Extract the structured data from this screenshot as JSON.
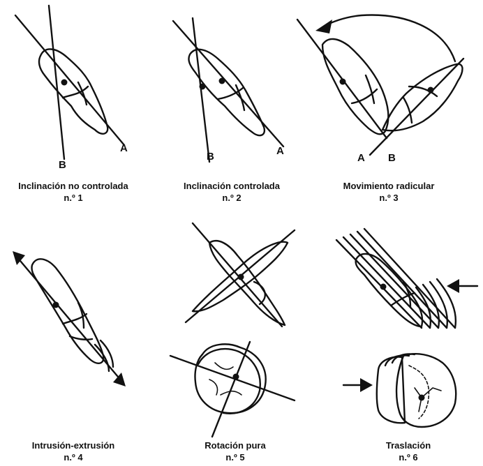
{
  "panels": [
    {
      "title": "Inclinación no controlada",
      "number": "n.º 1",
      "labels": [
        "A",
        "B"
      ]
    },
    {
      "title": "Inclinación controlada",
      "number": "n.º 2",
      "labels": [
        "A",
        "B"
      ]
    },
    {
      "title": "Movimiento radicular",
      "number": "n.º 3",
      "labels": [
        "A",
        "B"
      ]
    },
    {
      "title": "Intrusión-extrusión",
      "number": "n.º 4"
    },
    {
      "title": "Rotación pura",
      "number": "n.º 5"
    },
    {
      "title": "Traslación",
      "number": "n.º 6"
    }
  ]
}
